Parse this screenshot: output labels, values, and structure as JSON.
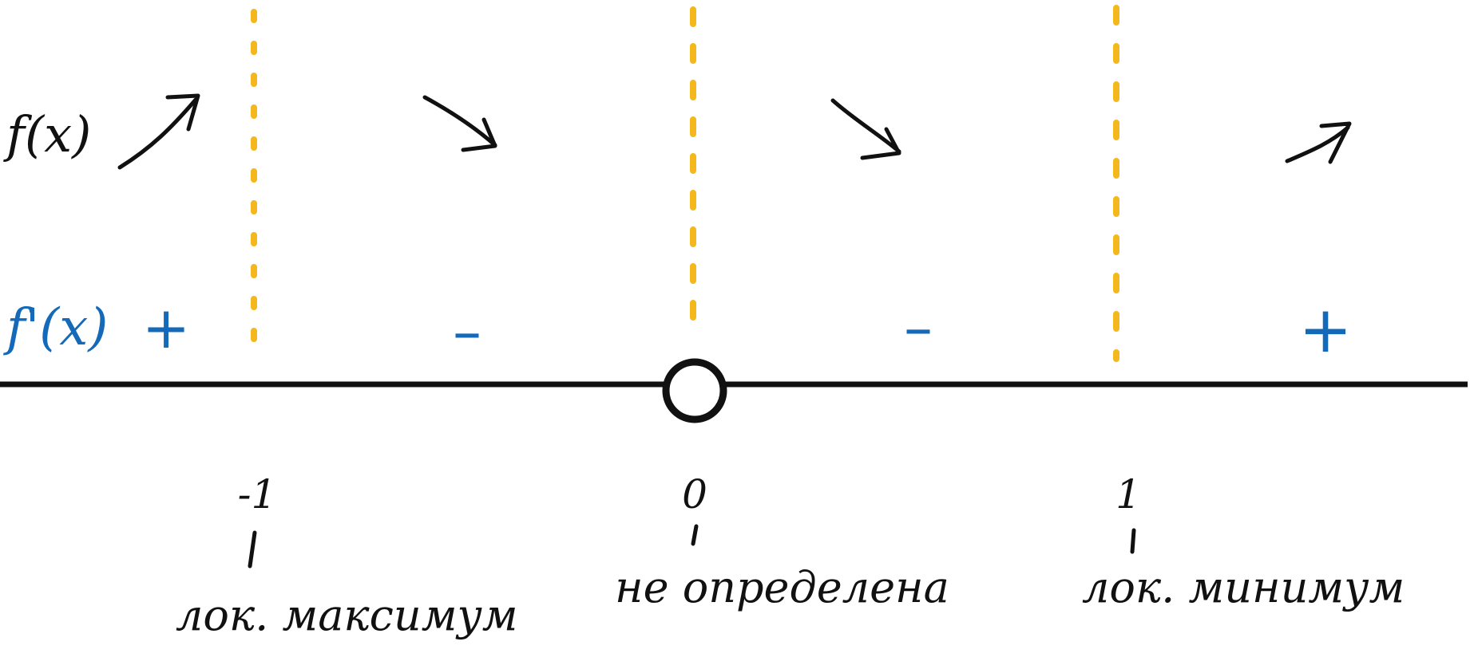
{
  "colors": {
    "ink": "#111111",
    "derivative": "#1469b8",
    "critical_line": "#f4b81c",
    "background": "#ffffff"
  },
  "labels": {
    "function": "f(x)",
    "derivative": "f'(x)"
  },
  "points": [
    {
      "value": "-1",
      "note": "лок. максимум"
    },
    {
      "value": "0",
      "note": "не определена",
      "open_circle": true
    },
    {
      "value": "1",
      "note": "лок. минимум"
    }
  ],
  "intervals": [
    {
      "derivative_sign": "+",
      "trend": "increasing"
    },
    {
      "derivative_sign": "–",
      "trend": "decreasing"
    },
    {
      "derivative_sign": "–",
      "trend": "decreasing"
    },
    {
      "derivative_sign": "+",
      "trend": "increasing"
    }
  ],
  "icons": {
    "increasing": "arrow-up-right",
    "decreasing": "arrow-down-right"
  }
}
